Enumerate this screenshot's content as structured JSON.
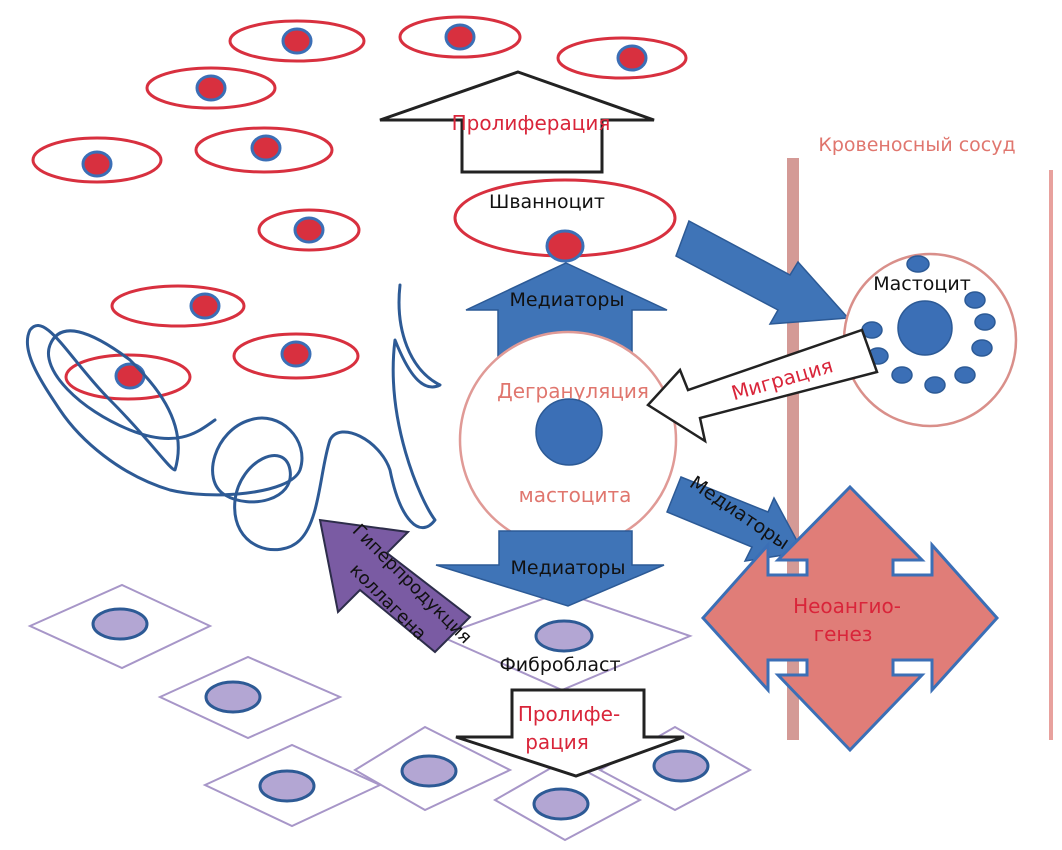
{
  "colors": {
    "schwann_outline": "#d8303f",
    "schwann_nucleus": "#d8303f",
    "nucleus_blue": "#3b6fb6",
    "blue_arrow": "#3f74b7",
    "blue_arrow_edge": "#2c5a96",
    "salmon": "#e07d78",
    "vessel": "#d49a96",
    "purple_arrow": "#7a5ba3",
    "fibro_outline": "#a796c8",
    "fibro_nucleus": "#b3a6d3",
    "nerve": "#2d5a95"
  },
  "labels": {
    "proliferation_top": "Пролиферация",
    "schwann_cell": "Шванноцит",
    "mediators_up": "Медиаторы",
    "degranulation_1": "Дегрануляция",
    "degranulation_2": "мастоцита",
    "mediators_down": "Медиаторы",
    "fibroblast": "Фибробласт",
    "proliferation_bottom_1": "Пролифе-",
    "proliferation_bottom_2": "рация",
    "blood_vessel": "Кровеносный сосуд",
    "mast_cell": "Мастоцит",
    "migration": "Миграция",
    "mediators_diag": "Медиаторы",
    "neoangio_1": "Неоангио-",
    "neoangio_2": "генез",
    "collagen_1": "Гиперпродукция",
    "collagen_2": "коллагена"
  }
}
